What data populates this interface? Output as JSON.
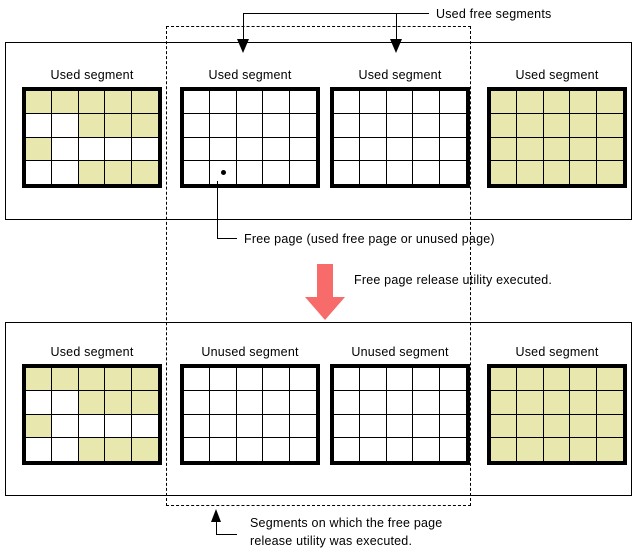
{
  "colors": {
    "used_page_fill": "#e7e7ae",
    "free_page_fill": "#ffffff",
    "process_arrow": "#f76b6b",
    "outline": "#000000"
  },
  "callouts": {
    "used_free_segments": "Used free segments",
    "free_page": "Free page (used free page or unused page)",
    "release_note": "Free page release utility executed.",
    "bottom_caption_line1": "Segments on which the free page",
    "bottom_caption_line2": "release utility was executed."
  },
  "grid": {
    "columns": 5,
    "rows": 4
  },
  "before": {
    "segments": [
      {
        "label": "Used segment",
        "cells": [
          1,
          1,
          1,
          1,
          1,
          0,
          0,
          1,
          1,
          1,
          1,
          0,
          0,
          0,
          0,
          0,
          0,
          1,
          1,
          1
        ],
        "dot_index": null
      },
      {
        "label": "Used segment",
        "cells": [
          0,
          0,
          0,
          0,
          0,
          0,
          0,
          0,
          0,
          0,
          0,
          0,
          0,
          0,
          0,
          0,
          0,
          0,
          0,
          0
        ],
        "dot_index": 16
      },
      {
        "label": "Used segment",
        "cells": [
          0,
          0,
          0,
          0,
          0,
          0,
          0,
          0,
          0,
          0,
          0,
          0,
          0,
          0,
          0,
          0,
          0,
          0,
          0,
          0
        ],
        "dot_index": null
      },
      {
        "label": "Used segment",
        "cells": [
          1,
          1,
          1,
          1,
          1,
          1,
          1,
          1,
          1,
          1,
          1,
          1,
          1,
          1,
          1,
          1,
          1,
          1,
          1,
          1
        ],
        "dot_index": null
      }
    ]
  },
  "after": {
    "segments": [
      {
        "label": "Used segment",
        "cells": [
          1,
          1,
          1,
          1,
          1,
          0,
          0,
          1,
          1,
          1,
          1,
          0,
          0,
          0,
          0,
          0,
          0,
          1,
          1,
          1
        ],
        "dot_index": null
      },
      {
        "label": "Unused segment",
        "cells": [
          0,
          0,
          0,
          0,
          0,
          0,
          0,
          0,
          0,
          0,
          0,
          0,
          0,
          0,
          0,
          0,
          0,
          0,
          0,
          0
        ],
        "dot_index": null
      },
      {
        "label": "Unused segment",
        "cells": [
          0,
          0,
          0,
          0,
          0,
          0,
          0,
          0,
          0,
          0,
          0,
          0,
          0,
          0,
          0,
          0,
          0,
          0,
          0,
          0
        ],
        "dot_index": null
      },
      {
        "label": "Used segment",
        "cells": [
          1,
          1,
          1,
          1,
          1,
          1,
          1,
          1,
          1,
          1,
          1,
          1,
          1,
          1,
          1,
          1,
          1,
          1,
          1,
          1
        ],
        "dot_index": null
      }
    ]
  }
}
